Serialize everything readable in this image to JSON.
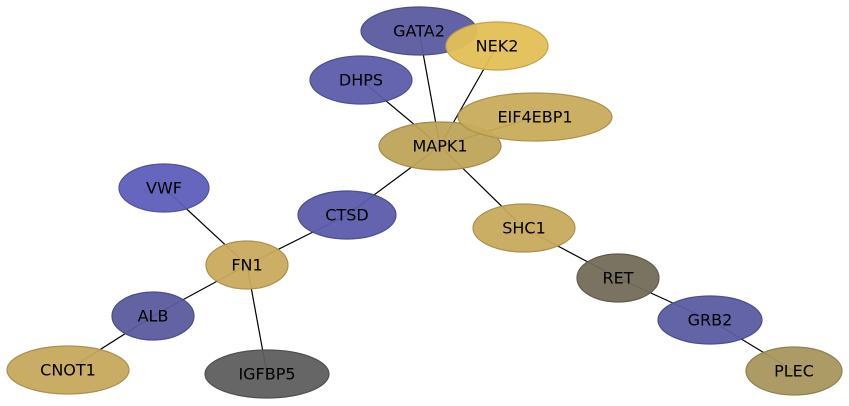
{
  "diagram": {
    "type": "protein-interaction-network",
    "colors": {
      "blue": "#5a5aaa",
      "gold": "#c6a95a",
      "yellow": "#e3c055",
      "dark_gray": "#5e5e5e",
      "brown_gray": "#736b58",
      "olive": "#a8965c",
      "edge": "#000000"
    },
    "nodes": [
      {
        "id": "GATA2",
        "label": "GATA2",
        "color": "#5a5aa0"
      },
      {
        "id": "NEK2",
        "label": "NEK2",
        "color": "#e3c055"
      },
      {
        "id": "DHPS",
        "label": "DHPS",
        "color": "#5d5dab"
      },
      {
        "id": "EIF4EBP1",
        "label": "EIF4EBP1",
        "color": "#c8ab5a"
      },
      {
        "id": "MAPK1",
        "label": "MAPK1",
        "color": "#bfa458"
      },
      {
        "id": "VWF",
        "label": "VWF",
        "color": "#5e5ebb"
      },
      {
        "id": "CTSD",
        "label": "CTSD",
        "color": "#5b5bab"
      },
      {
        "id": "SHC1",
        "label": "SHC1",
        "color": "#c6aa5c"
      },
      {
        "id": "FN1",
        "label": "FN1",
        "color": "#c9ab5c"
      },
      {
        "id": "RET",
        "label": "RET",
        "color": "#736b58"
      },
      {
        "id": "ALB",
        "label": "ALB",
        "color": "#5b5b9f"
      },
      {
        "id": "GRB2",
        "label": "GRB2",
        "color": "#5b5ba3"
      },
      {
        "id": "CNOT1",
        "label": "CNOT1",
        "color": "#c6a95c"
      },
      {
        "id": "IGFBP5",
        "label": "IGFBP5",
        "color": "#5e5e5e"
      },
      {
        "id": "PLEC",
        "label": "PLEC",
        "color": "#a8965c"
      }
    ],
    "edges": [
      [
        "MAPK1",
        "GATA2"
      ],
      [
        "MAPK1",
        "NEK2"
      ],
      [
        "MAPK1",
        "DHPS"
      ],
      [
        "MAPK1",
        "EIF4EBP1"
      ],
      [
        "MAPK1",
        "CTSD"
      ],
      [
        "MAPK1",
        "SHC1"
      ],
      [
        "CTSD",
        "FN1"
      ],
      [
        "FN1",
        "VWF"
      ],
      [
        "FN1",
        "ALB"
      ],
      [
        "FN1",
        "IGFBP5"
      ],
      [
        "ALB",
        "CNOT1"
      ],
      [
        "SHC1",
        "RET"
      ],
      [
        "RET",
        "GRB2"
      ],
      [
        "GRB2",
        "PLEC"
      ]
    ]
  }
}
